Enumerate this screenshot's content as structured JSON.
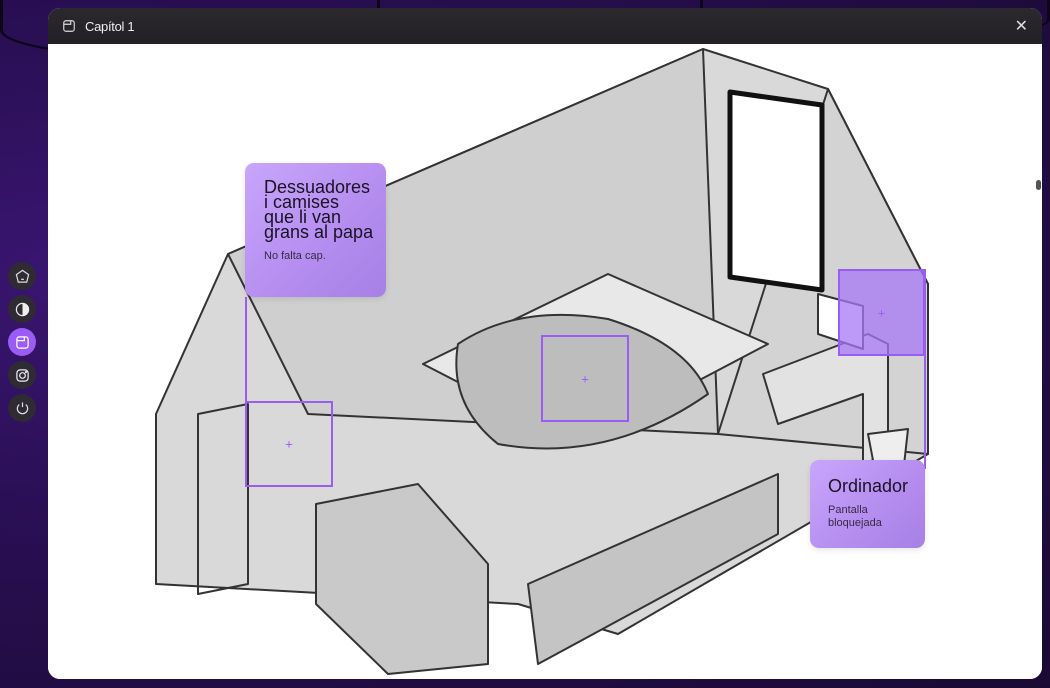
{
  "window": {
    "title": "Capítol 1",
    "icon": "folder-icon",
    "close_label": "✕"
  },
  "sidebar": {
    "items": [
      {
        "name": "home",
        "icon": "home-icon",
        "active": false
      },
      {
        "name": "contrast",
        "icon": "contrast-icon",
        "active": false
      },
      {
        "name": "chapter",
        "icon": "folder-icon",
        "active": true
      },
      {
        "name": "instagram",
        "icon": "instagram-icon",
        "active": false
      },
      {
        "name": "power",
        "icon": "power-icon",
        "active": false
      }
    ]
  },
  "hotspots": [
    {
      "title": "Dessuadores i camises que li van grans al papa",
      "description": "No falta cap.",
      "marker": "+"
    },
    {
      "title": "",
      "description": "",
      "marker": "+"
    },
    {
      "title": "Ordinador",
      "description": "Pantalla bloquejada",
      "marker": "+"
    }
  ],
  "colors": {
    "accent": "#9b5cf6",
    "tooltip": "#c8a6fb",
    "titlebar": "#2b292e"
  }
}
